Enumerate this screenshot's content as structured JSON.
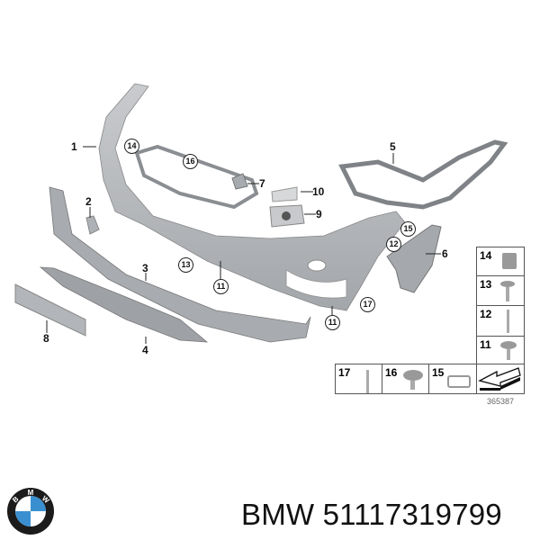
{
  "diagram": {
    "part_labels": [
      "1",
      "2",
      "3",
      "4",
      "5",
      "6",
      "7",
      "8",
      "9",
      "10"
    ],
    "fastener_callouts": [
      "14",
      "16",
      "13",
      "11",
      "11",
      "17",
      "12",
      "15"
    ],
    "legend": {
      "column": [
        "14",
        "13",
        "12",
        "11"
      ],
      "row": [
        "17",
        "16",
        "15"
      ],
      "arrow_icon": "direction-arrow-icon"
    },
    "reference_number": "365387"
  },
  "footer": {
    "brand_logo_text": "BMW",
    "title": "BMW 51117319799"
  },
  "colors": {
    "part_gray": "#b9bcc0",
    "logo_blue": "#3a8fd0"
  }
}
